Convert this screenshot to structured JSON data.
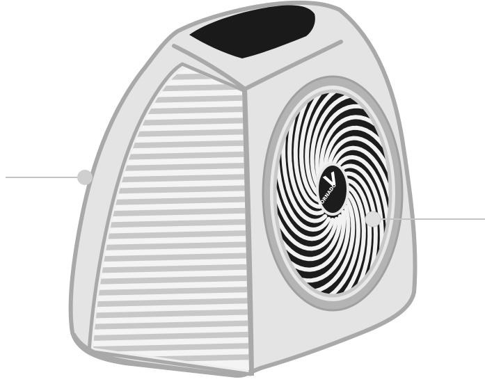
{
  "product": {
    "brand_logo_text": "VORNADO",
    "brand_logo_glyph": "V"
  },
  "callouts": [
    {
      "id": "left-callout"
    },
    {
      "id": "right-callout"
    }
  ],
  "colors": {
    "body_fill": "#e4e4e4",
    "body_outline": "#a9a9a9",
    "grille_slat": "#c8c8c8",
    "grille_gap": "#f4f4f4",
    "fan_ring": "#b4b4b4",
    "fan_dark": "#1c1c1c",
    "fan_light": "#f2f2f2",
    "top_panel": "#1a1a1a",
    "callout_line": "#c4c4c4",
    "callout_dot": "#cfcfcf"
  }
}
